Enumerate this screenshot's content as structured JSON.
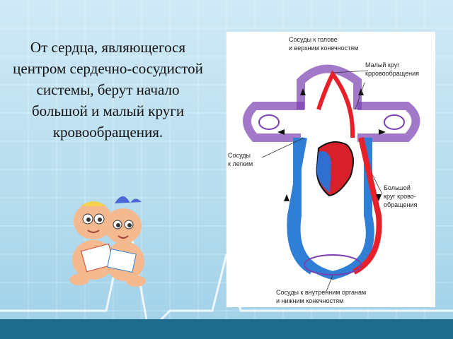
{
  "slide": {
    "text": "От сердца, являющегося центром сердечно-сосудистой системы, берут начало большой и малый круги кровообращения."
  },
  "diagram": {
    "label_top_1": "Сосуды к голове",
    "label_top_2": "и верхним конечностям",
    "label_small_1": "Малый круг",
    "label_small_2": "крровообращения",
    "label_lungs_1": "Сосуды",
    "label_lungs_2": "к легким",
    "label_big_1": "Большой",
    "label_big_2": "круг крово-",
    "label_big_3": "обращения",
    "label_bottom_1": "Сосуды к внутренним органам",
    "label_bottom_2": "и нижним конечностям"
  },
  "colors": {
    "artery": "#e8202a",
    "vein": "#2f7fd6",
    "capillary": "#7a3fb0",
    "heart_blue": "#2f6fd0",
    "heart_red": "#d8202a",
    "band": "#1f6b8e"
  }
}
